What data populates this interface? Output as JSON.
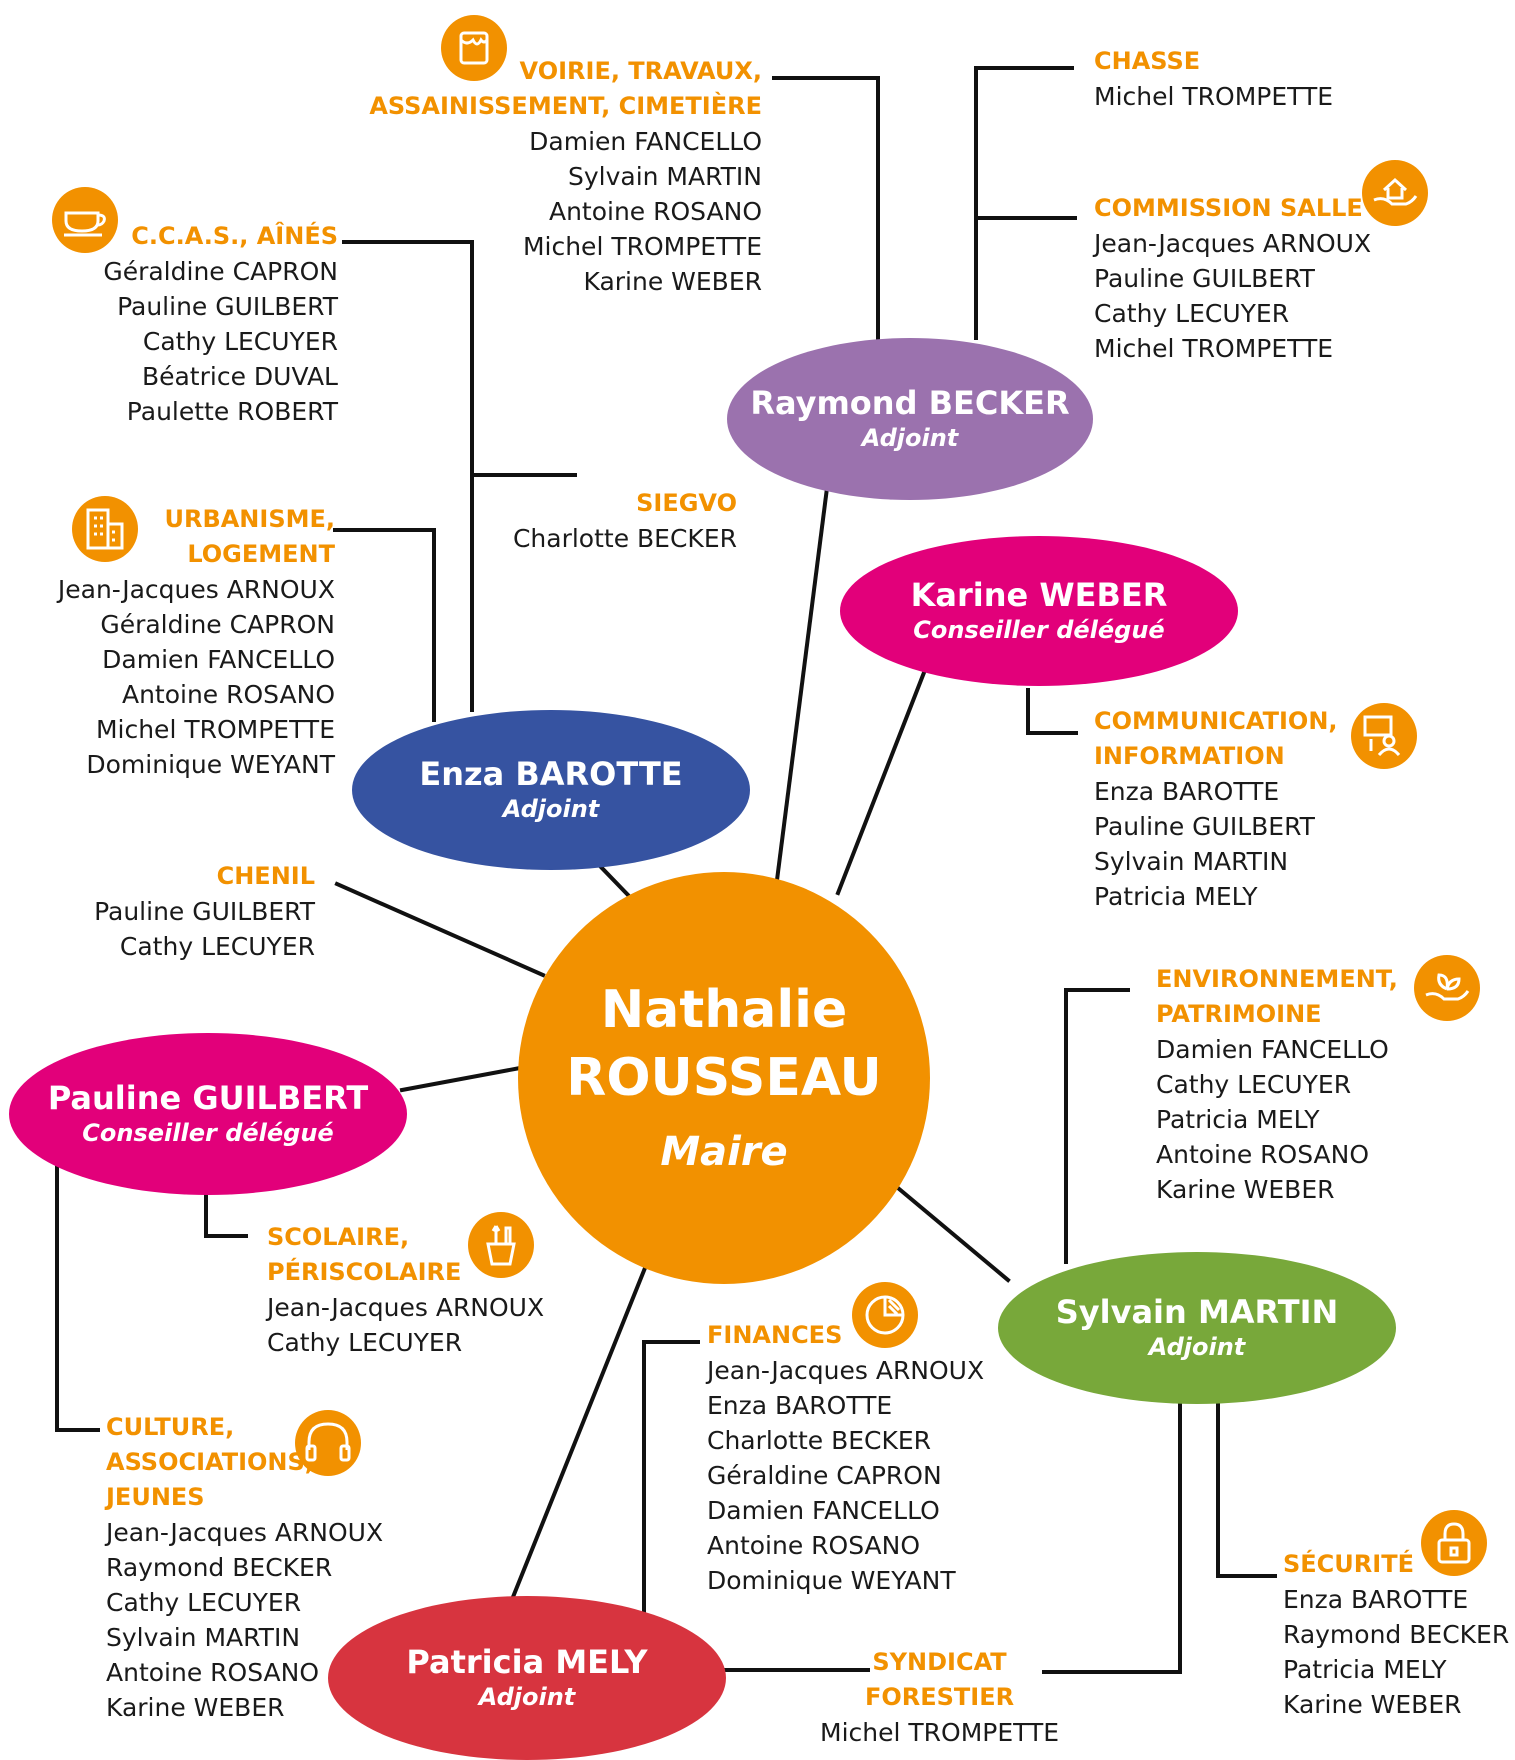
{
  "colors": {
    "orange": "#f29100",
    "purple": "#9b72ae",
    "pink": "#e2007a",
    "blue": "#3653a1",
    "green": "#78a83a",
    "red": "#d7343f",
    "line": "#111111"
  },
  "nodes": {
    "mayor": {
      "name_1": "Nathalie",
      "name_2": "ROUSSEAU",
      "role": "Maire"
    },
    "becker": {
      "name": "Raymond BECKER",
      "role": "Adjoint"
    },
    "weber": {
      "name": "Karine WEBER",
      "role": "Conseiller délégué"
    },
    "barotte": {
      "name": "Enza BAROTTE",
      "role": "Adjoint"
    },
    "guilbert": {
      "name": "Pauline GUILBERT",
      "role": "Conseiller délégué"
    },
    "martin": {
      "name": "Sylvain MARTIN",
      "role": "Adjoint"
    },
    "mely": {
      "name": "Patricia MELY",
      "role": "Adjoint"
    }
  },
  "groups": {
    "voirie": {
      "title_1": "VOIRIE, TRAVAUX,",
      "title_2": "ASSAINISSEMENT, CIMETIÈRE",
      "members": [
        "Damien FANCELLO",
        "Sylvain MARTIN",
        "Antoine ROSANO",
        "Michel TROMPETTE",
        "Karine WEBER"
      ],
      "icon": "paint-bucket-icon"
    },
    "chasse": {
      "title_1": "CHASSE",
      "members": [
        "Michel TROMPETTE"
      ]
    },
    "salle": {
      "title_1": "COMMISSION SALLE",
      "members": [
        "Jean-Jacques ARNOUX",
        "Pauline GUILBERT",
        "Cathy LECUYER",
        "Michel TROMPETTE"
      ],
      "icon": "house-hand-icon"
    },
    "ccas": {
      "title_1": "C.C.A.S., AÎNÉS",
      "members": [
        "Géraldine CAPRON",
        "Pauline GUILBERT",
        "Cathy LECUYER",
        "Béatrice DUVAL",
        "Paulette ROBERT"
      ],
      "icon": "teacup-icon"
    },
    "siegvo": {
      "title_1": "SIEGVO",
      "members": [
        "Charlotte BECKER"
      ]
    },
    "urbanisme": {
      "title_1": "URBANISME,",
      "title_2": "LOGEMENT",
      "members": [
        "Jean-Jacques ARNOUX",
        "Géraldine CAPRON",
        "Damien FANCELLO",
        "Antoine ROSANO",
        "Michel TROMPETTE",
        "Dominique WEYANT"
      ],
      "icon": "buildings-icon"
    },
    "communication": {
      "title_1": "COMMUNICATION,",
      "title_2": "INFORMATION",
      "members": [
        "Enza BAROTTE",
        "Pauline GUILBERT",
        "Sylvain MARTIN",
        "Patricia MELY"
      ],
      "icon": "presentation-icon"
    },
    "chenil": {
      "title_1": "CHENIL",
      "members": [
        "Pauline GUILBERT",
        "Cathy LECUYER"
      ]
    },
    "environnement": {
      "title_1": "ENVIRONNEMENT,",
      "title_2": "PATRIMOINE",
      "members": [
        "Damien FANCELLO",
        "Cathy LECUYER",
        "Patricia MELY",
        "Antoine ROSANO",
        "Karine WEBER"
      ],
      "icon": "plant-hand-icon"
    },
    "scolaire": {
      "title_1": "SCOLAIRE,",
      "title_2": "PÉRISCOLAIRE",
      "members": [
        "Jean-Jacques ARNOUX",
        "Cathy LECUYER"
      ],
      "icon": "pencil-cup-icon"
    },
    "finances": {
      "title_1": "FINANCES",
      "members": [
        "Jean-Jacques ARNOUX",
        "Enza BAROTTE",
        "Charlotte BECKER",
        "Géraldine CAPRON",
        "Damien FANCELLO",
        "Antoine ROSANO",
        "Dominique WEYANT"
      ],
      "icon": "pie-chart-icon"
    },
    "culture": {
      "title_1": "CULTURE,",
      "title_2": "ASSOCIATIONS,",
      "title_3": "JEUNES",
      "members": [
        "Jean-Jacques ARNOUX",
        "Raymond BECKER",
        "Cathy LECUYER",
        "Sylvain MARTIN",
        "Antoine ROSANO",
        "Karine WEBER"
      ],
      "icon": "headphones-icon"
    },
    "securite": {
      "title_1": "SÉCURITÉ",
      "members": [
        "Enza BAROTTE",
        "Raymond BECKER",
        "Patricia MELY",
        "Karine WEBER"
      ],
      "icon": "padlock-icon"
    },
    "syndicat": {
      "title_1": "SYNDICAT",
      "title_2": "FORESTIER",
      "members": [
        "Michel TROMPETTE"
      ]
    }
  }
}
